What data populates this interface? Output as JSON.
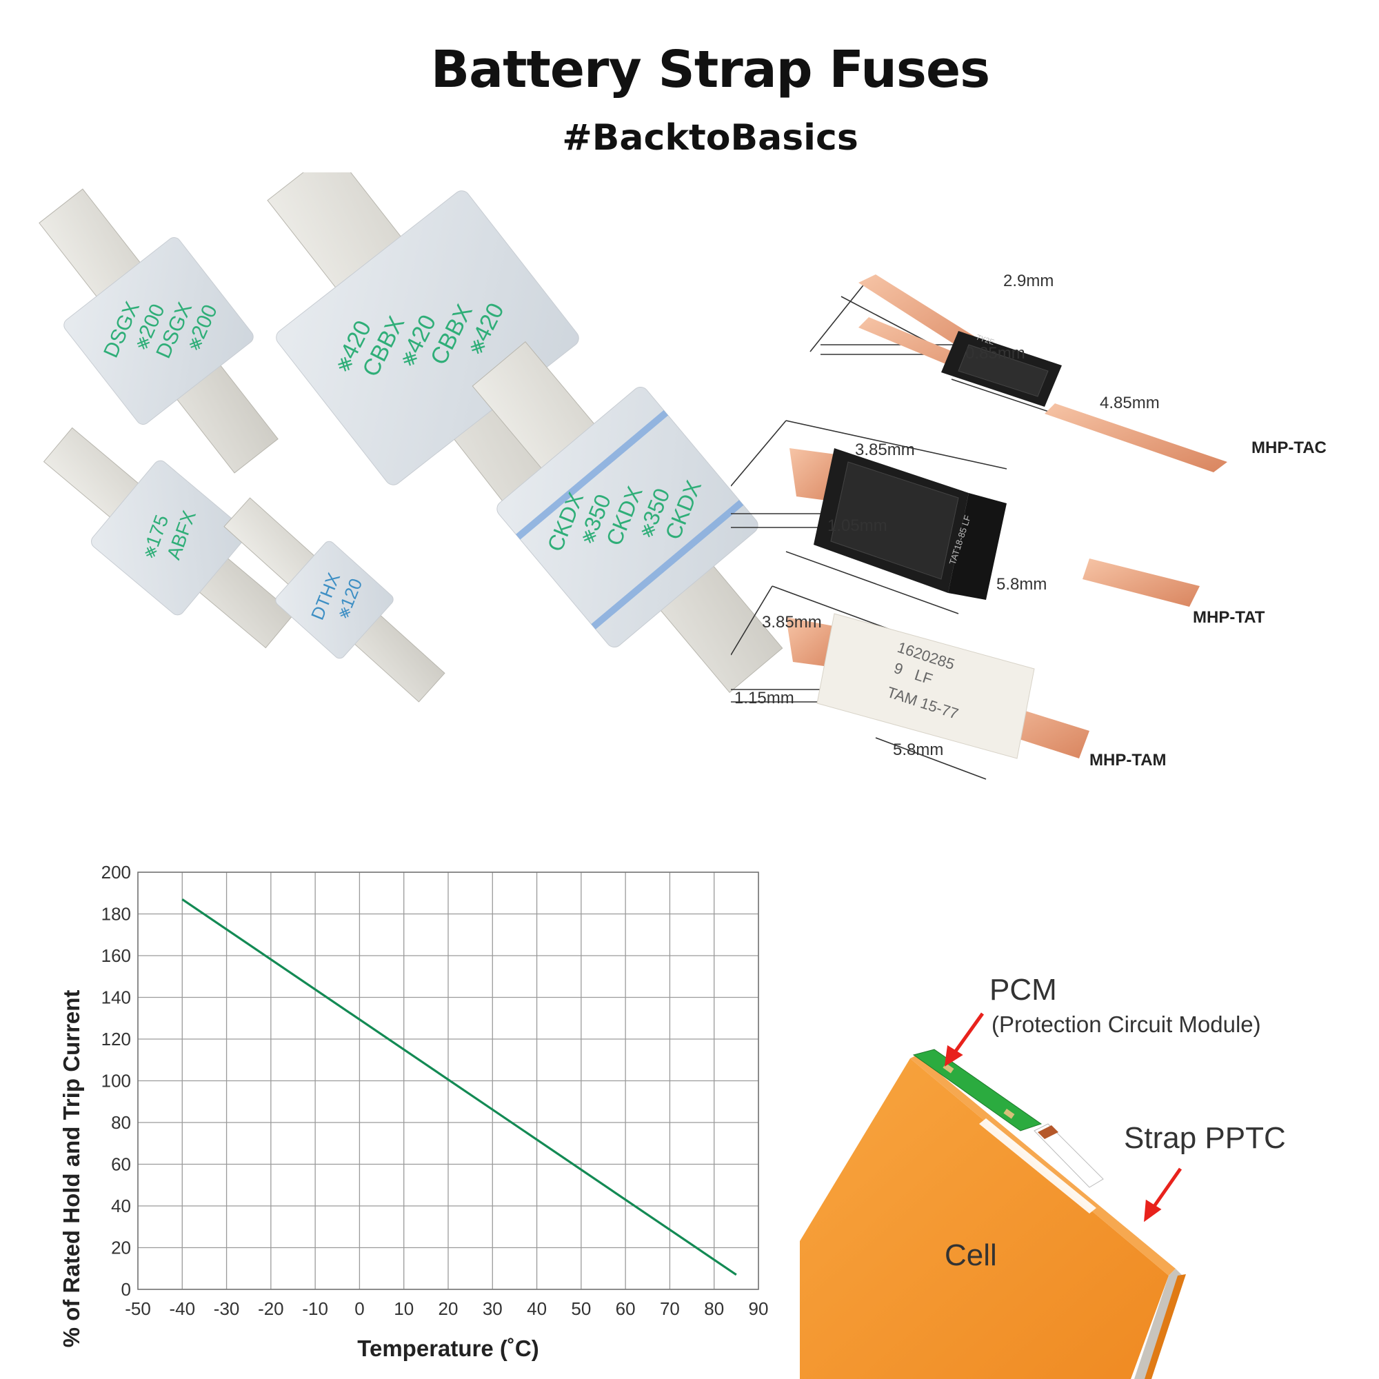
{
  "header": {
    "title": "Battery Strap Fuses",
    "subtitle": "#BacktoBasics"
  },
  "fuses_photo": {
    "fuses": [
      {
        "markings": [
          "DSGX",
          "⨳200",
          "DSGX",
          "⨳200"
        ]
      },
      {
        "markings": [
          "⨳420",
          "CBBX",
          "⨳420",
          "CBBX",
          "⨳420"
        ]
      },
      {
        "markings": [
          "⨳175",
          "ABFX"
        ]
      },
      {
        "markings": [
          "DTHX",
          "⨳120"
        ]
      },
      {
        "markings": [
          "CKDX",
          "⨳350",
          "CKDX",
          "⨳350",
          "CKDX"
        ]
      }
    ]
  },
  "dimensions_photo": {
    "parts": [
      {
        "name": "MHP-TAC",
        "width": "2.9mm",
        "thickness": "0.85mm",
        "length": "4.85mm",
        "marking": "7Y2E"
      },
      {
        "name": "MHP-TAT",
        "width": "3.85mm",
        "thickness": "1.05mm",
        "length": "5.8mm",
        "marking": "TAT18-85 LF"
      },
      {
        "name": "MHP-TAM",
        "width": "3.85mm",
        "thickness": "1.15mm",
        "length": "5.8mm",
        "marking": [
          "1620285",
          "9",
          "LF",
          "TAM 15-77"
        ]
      }
    ]
  },
  "chart_data": {
    "type": "line",
    "title": "",
    "xlabel": "Temperature (˚C)",
    "ylabel": "% of Rated Hold and Trip Current",
    "xlim": [
      -50,
      90
    ],
    "ylim": [
      0,
      200
    ],
    "x_ticks": [
      "-50",
      "-40",
      "-30",
      "-20",
      "-10",
      "0",
      "10",
      "20",
      "30",
      "40",
      "50",
      "60",
      "70",
      "80",
      "90"
    ],
    "y_ticks": [
      "0",
      "20",
      "40",
      "60",
      "80",
      "100",
      "120",
      "140",
      "160",
      "180",
      "200"
    ],
    "grid": true,
    "series": [
      {
        "x": [
          -40,
          85
        ],
        "y": [
          187,
          7
        ],
        "color": "#138a54"
      }
    ]
  },
  "battery_diagram": {
    "pcm_label": "PCM",
    "pcm_sub": "(Protection Circuit Module)",
    "strap_label": "Strap PPTC",
    "cell_label": "Cell",
    "cell_color": "#f5932e",
    "pcm_color": "#2bab3f",
    "arrow_color": "#e8221c"
  }
}
